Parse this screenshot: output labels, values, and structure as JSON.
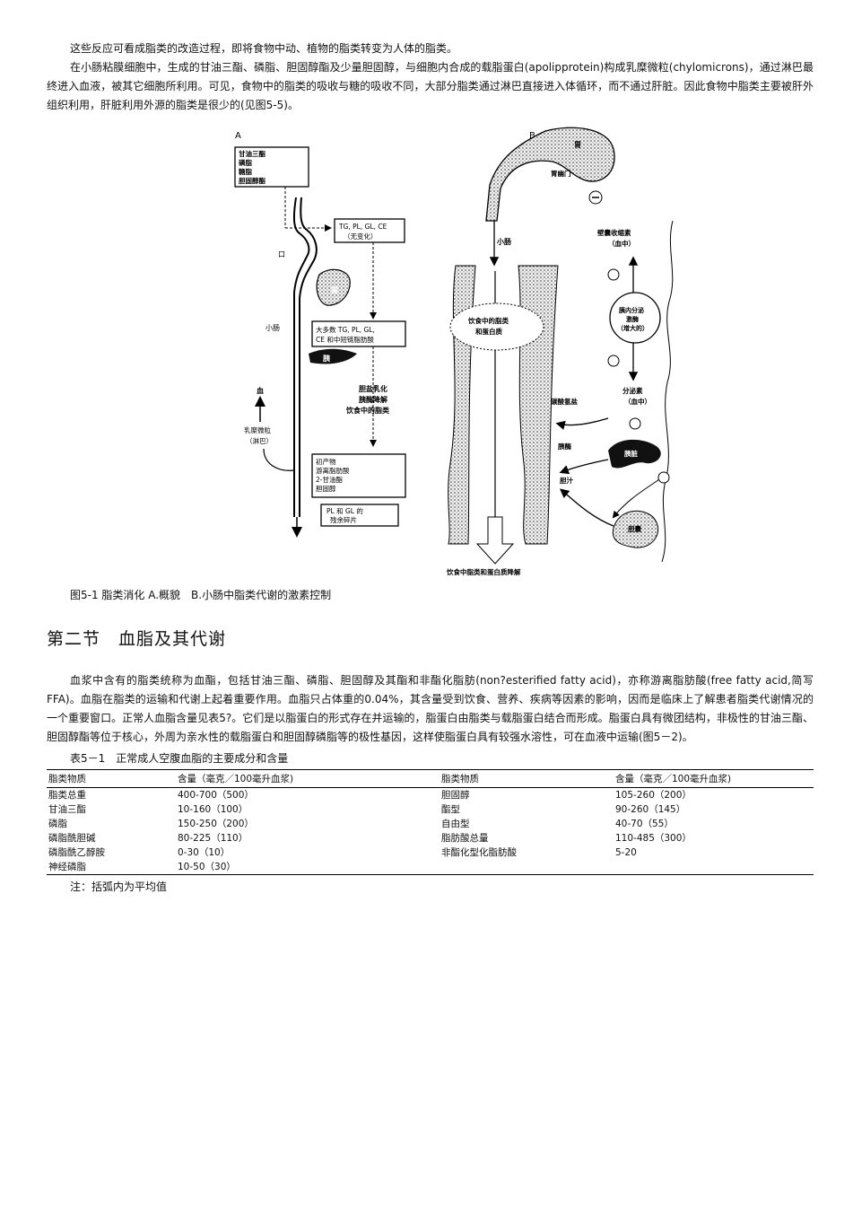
{
  "paragraphs_top": [
    "这些反应可看成脂类的改造过程，即将食物中动、植物的脂类转变为人体的脂类。",
    "在小肠粘膜细胞中，生成的甘油三酯、磷脂、胆固醇酯及少量胆固醇，与细胞内合成的载脂蛋白(apolipprotein)构成乳糜微粒(chylomicrons)，通过淋巴最终进入血液，被其它细胞所利用。可见，食物中的脂类的吸收与糖的吸收不同，大部分脂类通过淋巴直接进入体循环，而不通过肝脏。因此食物中脂类主要被肝外组织利用，肝脏利用外源的脂类是很少的(见图5-5)。"
  ],
  "figure": {
    "panel_a": {
      "letter": "A",
      "box1": [
        "甘油三酯",
        "磷脂",
        "糖脂",
        "胆固醇酯"
      ],
      "box2": [
        "TG, PL, GL, CE",
        "（无变化）"
      ],
      "mouth": "口",
      "stomach": "胃",
      "small_intestine": "小肠",
      "box3": [
        "大多数 TG, PL, GL,",
        "CE 和中短链脂肪酸"
      ],
      "pancreas": "胰",
      "blood": "血",
      "bile_text": [
        "胆盐乳化",
        "胰酶降解",
        "饮食中的脂类"
      ],
      "chylo": [
        "乳糜微粒",
        "（淋巴）"
      ],
      "box4": [
        "初产物",
        "游离脂肪酸",
        "2-甘油酯",
        "胆固醇"
      ],
      "box5": [
        "PL 和 GL 的",
        "残余碎片"
      ]
    },
    "panel_b": {
      "letter": "B",
      "stomach": "胃",
      "pylorus": "胃幽门",
      "small_intestine": "小肠",
      "cck": [
        "壁囊收缩素",
        "（血中）"
      ],
      "lumen": [
        "饮食中的脂类",
        "和蛋白质"
      ],
      "pancreozymin": [
        "胰内分泌",
        "激酶",
        "（增大的）"
      ],
      "secretin": [
        "分泌素",
        "（血中）"
      ],
      "bicarbonate": "碳酸氢盐",
      "pancreatic_juice": "胰酶",
      "pancreas": "胰脏",
      "bile": "胆汁",
      "gallbladder": "胆囊",
      "bottom": "饮食中脂类和蛋白质降解"
    }
  },
  "figure_caption": "图5-1 脂类消化 A.概貌　B.小肠中脂类代谢的激素控制",
  "section_title": "第二节　血脂及其代谢",
  "paragraph_blood": "血浆中含有的脂类统称为血酯，包括甘油三酯、磷脂、胆固醇及其酯和非酯化脂肪(non?esterified fatty acid)，亦称游离脂肪酸(free fatty acid,简写FFA)。血脂在脂类的运输和代谢上起着重要作用。血脂只占体重的0.04%，其含量受到饮食、营养、疾病等因素的影响，因而是临床上了解患者脂类代谢情况的一个重要窗口。正常人血脂含量见表5?。它们是以脂蛋白的形式存在并运输的，脂蛋白由脂类与载脂蛋白结合而形成。脂蛋白具有微团结构，非极性的甘油三酯、胆固醇酯等位于核心，外周为亲水性的载脂蛋白和胆固醇磷脂等的极性基因，这样使脂蛋白具有较强水溶性，可在血液中运输(图5－2)。",
  "table_title": "表5－1　正常成人空腹血脂的主要成分和含量",
  "table": {
    "headers": [
      "脂类物质",
      "含量（毫克／100毫升血浆)",
      "脂类物质",
      "含量（毫克／100毫升血浆)"
    ],
    "rows": [
      [
        "脂类总重",
        "400-700（500）",
        "胆固醇",
        "105-260（200）"
      ],
      [
        "甘油三酯",
        "10-160（100）",
        "酯型",
        "90-260（145）"
      ],
      [
        "磷脂",
        "150-250（200）",
        "自由型",
        "40-70（55）"
      ],
      [
        "磷脂酰胆碱",
        "80-225（110）",
        "脂肪酸总量",
        "110-485（300）"
      ],
      [
        "磷脂酰乙醇胺",
        "0-30（10）",
        "非酯化型化脂肪酸",
        "5-20"
      ],
      [
        "神经磷脂",
        "10-50（30）",
        "",
        ""
      ]
    ]
  },
  "note": "注：括弧内为平均值"
}
